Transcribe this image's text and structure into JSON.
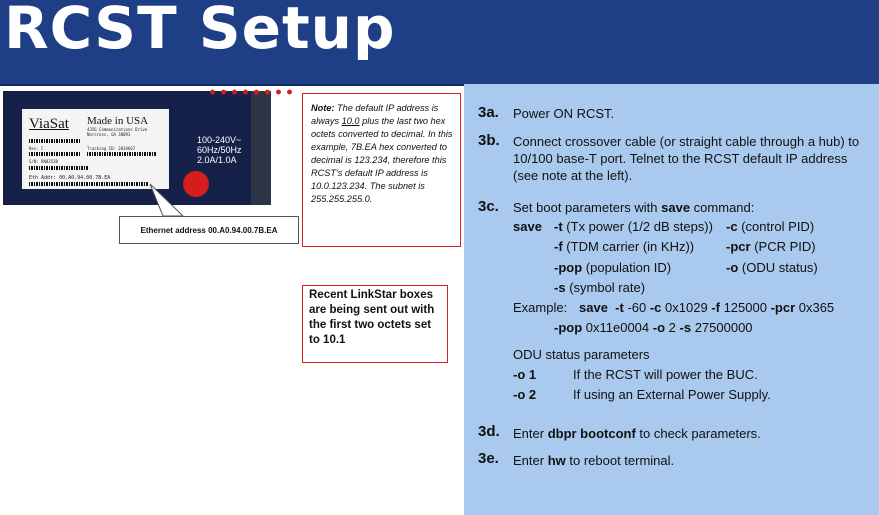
{
  "header": {
    "title": "RCST Setup"
  },
  "device_label": {
    "brand": "ViaSat",
    "made_in": "Made in USA",
    "address_line1": "4356 Communications Drive",
    "address_line2": "Norcross, GA 30093",
    "ser": "S/N: RN02538",
    "rev": "Rev: C",
    "tracking": "Tracking ID: 2034667",
    "eth": "Eth Addr: 00.A0.94.00.7B.EA"
  },
  "voltage": [
    "100-240V~",
    "60Hz/50Hz",
    "2.0A/1.0A"
  ],
  "ethernet_callout": "Ethernet address 00.A0.94.00.7B.EA",
  "note": {
    "lead": "Note:",
    "t1": " The default IP address is always ",
    "ip_prefix": "10.0",
    "t2": " plus the last two hex octets converted to decimal. In this example, 7B.EA hex converted to decimal is 123.234, therefore this RCST's default IP address is 10.0.123.234. The subnet is 255.255.255.0."
  },
  "recent_note": "Recent LinkStar boxes are being sent out with the first two octets set to 10.1",
  "steps": {
    "s3a": {
      "num": "3a.",
      "text": "Power ON RCST."
    },
    "s3b": {
      "num": "3b.",
      "text": "Connect crossover cable (or straight cable through a hub) to 10/100 base-T port. Telnet to the RCST default IP address (see note at the left)."
    },
    "s3c": {
      "num": "3c.",
      "text_pre": "Set boot parameters with ",
      "text_cmd": "save",
      "text_post": " command:",
      "save_kw": "save",
      "params": [
        {
          "flag": "-t",
          "desc": "(Tx power (1/2 dB steps))"
        },
        {
          "flag": "-c",
          "desc": "(control PID)"
        },
        {
          "flag": "-f",
          "desc": "(TDM carrier (in KHz))"
        },
        {
          "flag": "-pcr",
          "desc": "(PCR PID)"
        },
        {
          "flag": "-pop",
          "desc": "(population ID)"
        },
        {
          "flag": "-o",
          "desc": "(ODU status)"
        },
        {
          "flag": "-s",
          "desc": "(symbol rate)"
        }
      ],
      "example_label": "Example:",
      "example": {
        "save": "save",
        "t": "-t",
        "tv": " -60 ",
        "c": "-c",
        "cv": " 0x1029 ",
        "f": "-f",
        "fv": " 125000 ",
        "pcr": "-pcr",
        "pcrv": " 0x365",
        "pop": "-pop",
        "popv": " 0x11e0004 ",
        "o": "-o",
        "ov": " 2 ",
        "s": "-s",
        "sv": " 27500000"
      },
      "odu_title": "ODU status parameters",
      "odu": [
        {
          "flag": "-o 1",
          "desc": "If the RCST will power the BUC."
        },
        {
          "flag": "-o 2",
          "desc": "If using an External Power Supply."
        }
      ]
    },
    "s3d": {
      "num": "3d.",
      "pre": "Enter ",
      "cmd": "dbpr bootconf",
      "post": " to check parameters."
    },
    "s3e": {
      "num": "3e.",
      "pre": "Enter ",
      "cmd": "hw",
      "post": " to reboot terminal."
    }
  }
}
